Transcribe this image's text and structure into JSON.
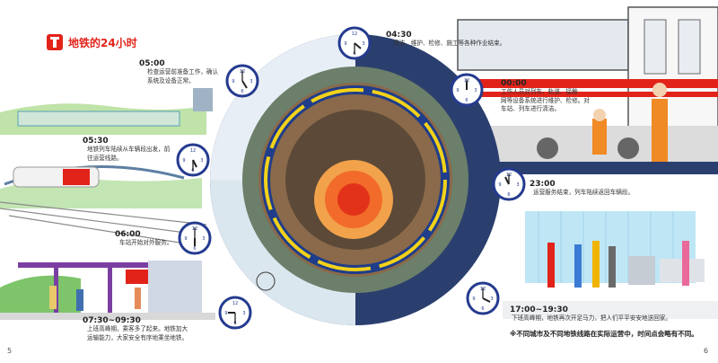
{
  "title": "地铁的24小时",
  "entries": [
    {
      "time": "05:00",
      "desc": [
        "检查运营前准备工作，确认",
        "系统及设备正常。"
      ]
    },
    {
      "time": "05:30",
      "desc": [
        "地铁列车陆续从车辆段出发，前",
        "往运营线路。"
      ]
    },
    {
      "time": "06:00",
      "desc": [
        "车站开始对外服务。"
      ]
    },
    {
      "time": "07:30~09:30",
      "desc": [
        "上班高峰期，乘客多了起来。地铁加大",
        "运输能力，大家安全有序地乘坐地铁。"
      ]
    },
    {
      "time": "04:30",
      "desc": [
        "清洁、维护、检修、施工等各种作业结束。"
      ]
    },
    {
      "time": "00:00",
      "desc": [
        "工作人员对列车、轨道、接触",
        "网等设备系统进行维护、检修。对",
        "车站、列车进行清洁。"
      ]
    },
    {
      "time": "23:00",
      "desc": [
        "运营服务结束，列车陆续返回车辆段。"
      ]
    },
    {
      "time": "17:00~19:30",
      "desc": [
        "下班高峰期，地铁再次开足马力，把人们平平安安地送回家。"
      ]
    }
  ],
  "note": "※不同城市及不同地铁线路在实际运营中，时间点会略有不同。",
  "page_left": "5",
  "page_right": "6",
  "colors": {
    "accent": "#e2231a",
    "clock_rim": "#243b8f",
    "night_sky": "#2b3f6f"
  }
}
